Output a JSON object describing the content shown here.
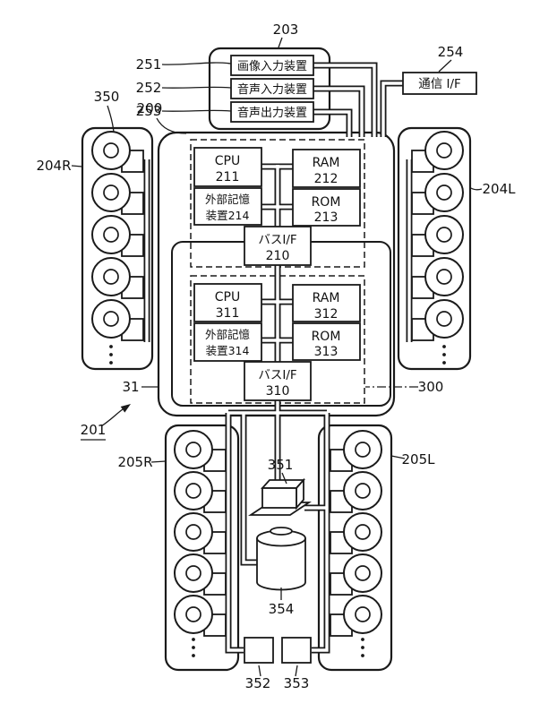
{
  "figure": {
    "unit_203": {
      "ref": "203",
      "devices": [
        {
          "ref": "251",
          "label": "画像入力装置"
        },
        {
          "ref": "252",
          "label": "音声入力装置"
        },
        {
          "ref": "253",
          "label": "音声出力装置"
        }
      ]
    },
    "comm_if": {
      "ref": "254",
      "label": "通信 I/F"
    },
    "body": {
      "ref": "200",
      "pointer_ref": "201",
      "unit_ref": "31",
      "board1": {
        "cpu": {
          "name": "CPU",
          "num": "211"
        },
        "ram": {
          "name": "RAM",
          "num": "212"
        },
        "ext_storage": {
          "name": "外部記憶",
          "num": "装置214"
        },
        "rom": {
          "name": "ROM",
          "num": "213"
        },
        "bus_if": {
          "name": "バスI/F",
          "num": "210"
        }
      },
      "board2": {
        "ref": "300",
        "cpu": {
          "name": "CPU",
          "num": "311"
        },
        "ram": {
          "name": "RAM",
          "num": "312"
        },
        "ext_storage": {
          "name": "外部記憶",
          "num": "装置314"
        },
        "rom": {
          "name": "ROM",
          "num": "313"
        },
        "bus_if": {
          "name": "バスI/F",
          "num": "310"
        }
      }
    },
    "arm_right": {
      "ref": "204R",
      "motor_ref": "350"
    },
    "arm_left": {
      "ref": "204L"
    },
    "leg_right": {
      "ref": "205R"
    },
    "leg_left": {
      "ref": "205L"
    },
    "lower": {
      "device_ref": "351",
      "cylinder_ref": "354",
      "left_box_ref": "352",
      "right_box_ref": "353"
    }
  }
}
